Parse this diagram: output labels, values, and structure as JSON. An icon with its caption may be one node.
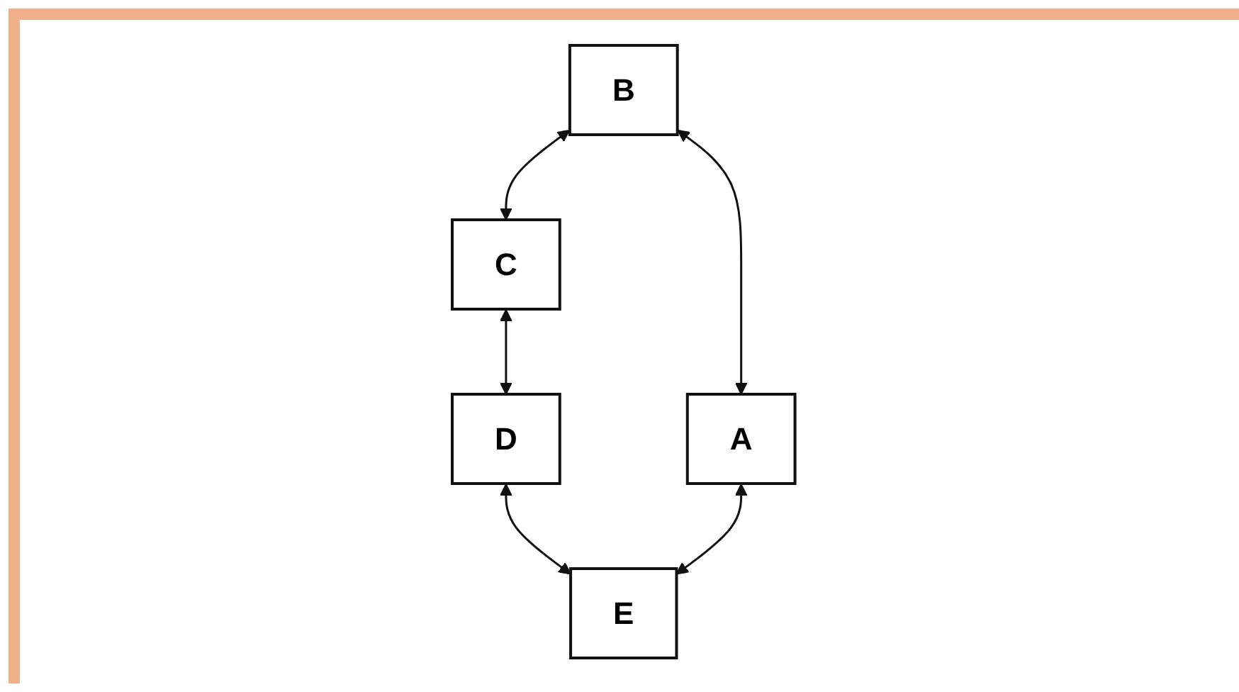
{
  "diagram": {
    "nodes": [
      {
        "text": [
          "C"
        ]
      },
      {
        "text": [
          "B"
        ]
      },
      {
        "text": [
          "D"
        ]
      },
      {
        "text": [
          "A"
        ]
      },
      {
        "text": [
          "E"
        ]
      }
    ],
    "edges": [
      {
        "from": 1,
        "to": 0,
        "arrow": "both"
      },
      {
        "from": 0,
        "to": 2,
        "arrow": "both"
      },
      {
        "from": 1,
        "to": 3,
        "arrow": "both"
      },
      {
        "from": 2,
        "to": 4,
        "arrow": "both"
      },
      {
        "from": 3,
        "to": 4,
        "arrow": "both"
      }
    ]
  }
}
